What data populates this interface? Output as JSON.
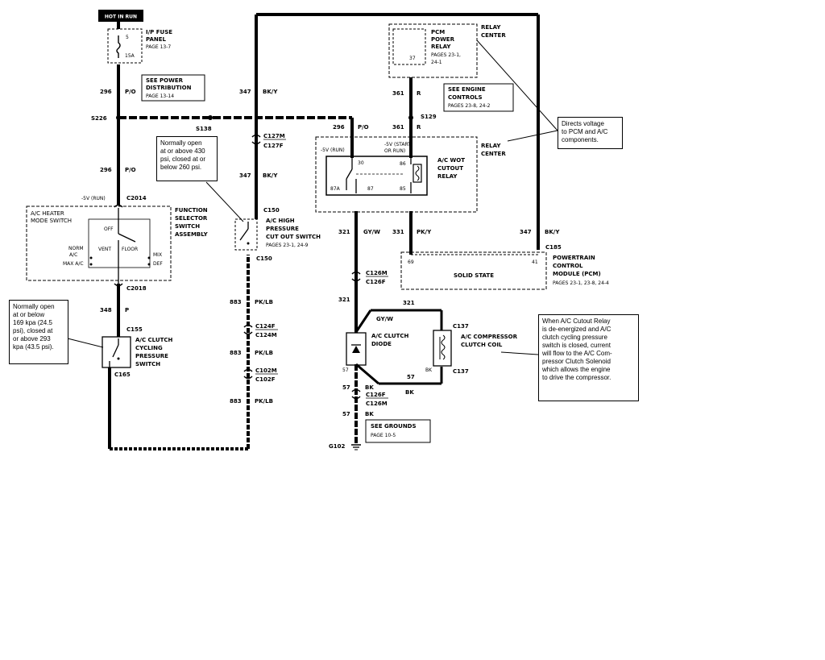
{
  "components": {
    "hot_in_run": "HOT IN RUN",
    "fuse_panel": {
      "label": [
        "I/P FUSE",
        "PANEL",
        "PAGE 13-7"
      ],
      "fuse_number": "5",
      "fuse_rating": "15A"
    },
    "power_distribution_ref": [
      "SEE POWER",
      "DISTRIBUTION",
      "PAGE 13-14"
    ],
    "pcm_power_relay": {
      "label": [
        "PCM",
        "POWER",
        "RELAY",
        "PAGES 23-1,",
        "24-1"
      ],
      "pin": "37"
    },
    "relay_center_top": [
      "RELAY",
      "CENTER"
    ],
    "engine_controls_ref": [
      "SEE ENGINE",
      "CONTROLS",
      "PAGES 23-8, 24-2"
    ],
    "relay_center_mid": [
      "RELAY",
      "CENTER"
    ],
    "ac_wot_relay": {
      "label": [
        "A/C WOT",
        "CUTOUT",
        "RELAY"
      ],
      "pins": [
        "30",
        "86",
        "87A",
        "87",
        "85"
      ],
      "voltage_left": "-5V (RUN)",
      "voltage_right": [
        "-5V (START",
        "OR RUN)"
      ]
    },
    "mode_switch": {
      "label": [
        "A/C HEATER",
        "MODE SWITCH"
      ],
      "positions": [
        "OFF",
        "NORM",
        "A/C",
        "VENT",
        "FLOOR",
        "MIX",
        "MAX A/C",
        "DEF"
      ],
      "voltage": "-5V (RUN)"
    },
    "function_selector": [
      "FUNCTION",
      "SELECTOR",
      "SWITCH",
      "ASSEMBLY"
    ],
    "high_pressure_switch": [
      "A/C HIGH",
      "PRESSURE",
      "CUT OUT SWITCH",
      "PAGES 23-1, 24-9"
    ],
    "cycling_switch": [
      "A/C CLUTCH",
      "CYCLING",
      "PRESSURE",
      "SWITCH"
    ],
    "clutch_diode": [
      "A/C CLUTCH",
      "DIODE"
    ],
    "compressor_coil": [
      "A/C COMPRESSOR",
      "CLUTCH COIL"
    ],
    "pcm": {
      "label": [
        "POWERTRAIN",
        "CONTROL",
        "MODULE (PCM)",
        "PAGES 23-1, 23-8, 24-4"
      ],
      "state": "SOLID STATE",
      "pins": [
        "69",
        "41"
      ]
    },
    "grounds_ref": [
      "SEE GROUNDS",
      "PAGE 10-5"
    ],
    "ground": "G102"
  },
  "connectors": {
    "s226": "S226",
    "s138": "S138",
    "s129": "S129",
    "c2014": "C2014",
    "c2018": "C2018",
    "c155": "C155",
    "c165": "C165",
    "c150_top": "C150",
    "c150_bottom": "C150",
    "c127m": "C127M",
    "c127f": "C127F",
    "c185": "C185",
    "c126m_a": "C126M",
    "c126f_a": "C126F",
    "c124f": "C124F",
    "c124m": "C124M",
    "c102m": "C102M",
    "c102f": "C102F",
    "c137_a": "C137",
    "c137_b": "C137",
    "c126f_b": "C126F",
    "c126m_b": "C126M"
  },
  "wires": {
    "w296_a": "296",
    "w296_a_color": "P/O",
    "w296_b": "296",
    "w296_b_color": "P/O",
    "w296_c": "296",
    "w296_c_color": "P/O",
    "w347_a": "347",
    "w347_a_color": "BK/Y",
    "w347_b": "347",
    "w347_b_color": "BK/Y",
    "w347_c": "347",
    "w347_c_color": "BK/Y",
    "w361_a": "361",
    "w361_a_color": "R",
    "w361_b": "361",
    "w361_b_color": "R",
    "w321_a": "321",
    "w321_a_color": "GY/W",
    "w321_b": "321",
    "w321_b_color": "GY/W",
    "w321_c": "321",
    "w321_c_color": "GY/W",
    "w331": "331",
    "w331_color": "PK/Y",
    "w348": "348",
    "w348_color": "P",
    "w883_a": "883",
    "w883_a_color": "PK/LB",
    "w883_b": "883",
    "w883_b_color": "PK/LB",
    "w883_c": "883",
    "w883_c_color": "PK/LB",
    "w57_a": "57",
    "w57_a_color": "BK",
    "w57_b": "57",
    "w57_b_color": "BK",
    "w57_c": "57",
    "w57_c_color": "BK",
    "w57_d": "57",
    "w57_d_color": "BK"
  },
  "notes": {
    "high_pressure": [
      "Normally open",
      "at or above 430",
      "psi, closed at or",
      "below 260 psi."
    ],
    "cycling": [
      "Normally open",
      "at or below",
      "169 kpa (24.5",
      "psi), closed at",
      "or above 293",
      "kpa (43.5 psi)."
    ],
    "relay_center": [
      "Directs voltage",
      "to PCM and A/C",
      "components."
    ],
    "cutout": [
      "When A/C Cutout Relay",
      "is de-energized and A/C",
      "clutch cycling pressure",
      "switch is closed, current",
      "will flow to the  A/C Com-",
      "pressor Clutch Solenoid",
      "which allows the engine",
      "to drive the compressor."
    ]
  }
}
